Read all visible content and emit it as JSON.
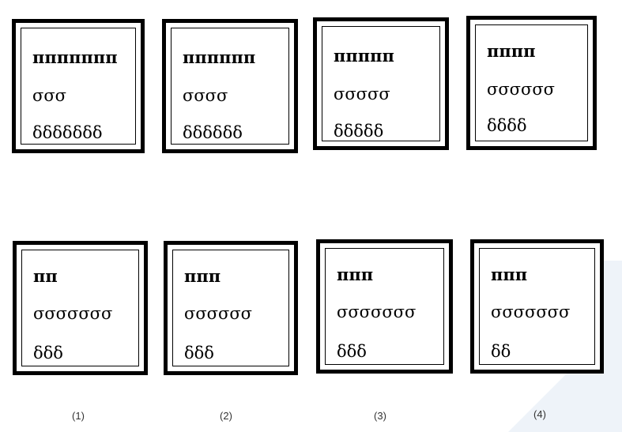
{
  "top_row": [
    {
      "pi": "πππππππ",
      "sigma": "σσσ",
      "delta": "δδδδδδδ"
    },
    {
      "pi": "ππππππ",
      "sigma": "σσσσ",
      "delta": "δδδδδδ"
    },
    {
      "pi": "πππππ",
      "sigma": "σσσσσ",
      "delta": "δδδδδ"
    },
    {
      "pi": "ππππ",
      "sigma": "σσσσσσ",
      "delta": "δδδδ"
    }
  ],
  "bottom_row": [
    {
      "pi": "ππ",
      "sigma": "σσσσσσσ",
      "delta": "δδδ"
    },
    {
      "pi": "πππ",
      "sigma": "σσσσσσ",
      "delta": "δδδ"
    },
    {
      "pi": "πππ",
      "sigma": "σσσσσσσ",
      "delta": "δδδ"
    },
    {
      "pi": "πππ",
      "sigma": "σσσσσσσ",
      "delta": "δδ"
    }
  ],
  "captions": [
    "(1)",
    "(2)",
    "(3)",
    "(4)"
  ],
  "colors": {
    "border": "#000000",
    "background": "#ffffff",
    "watermark": "#eef3f9"
  }
}
